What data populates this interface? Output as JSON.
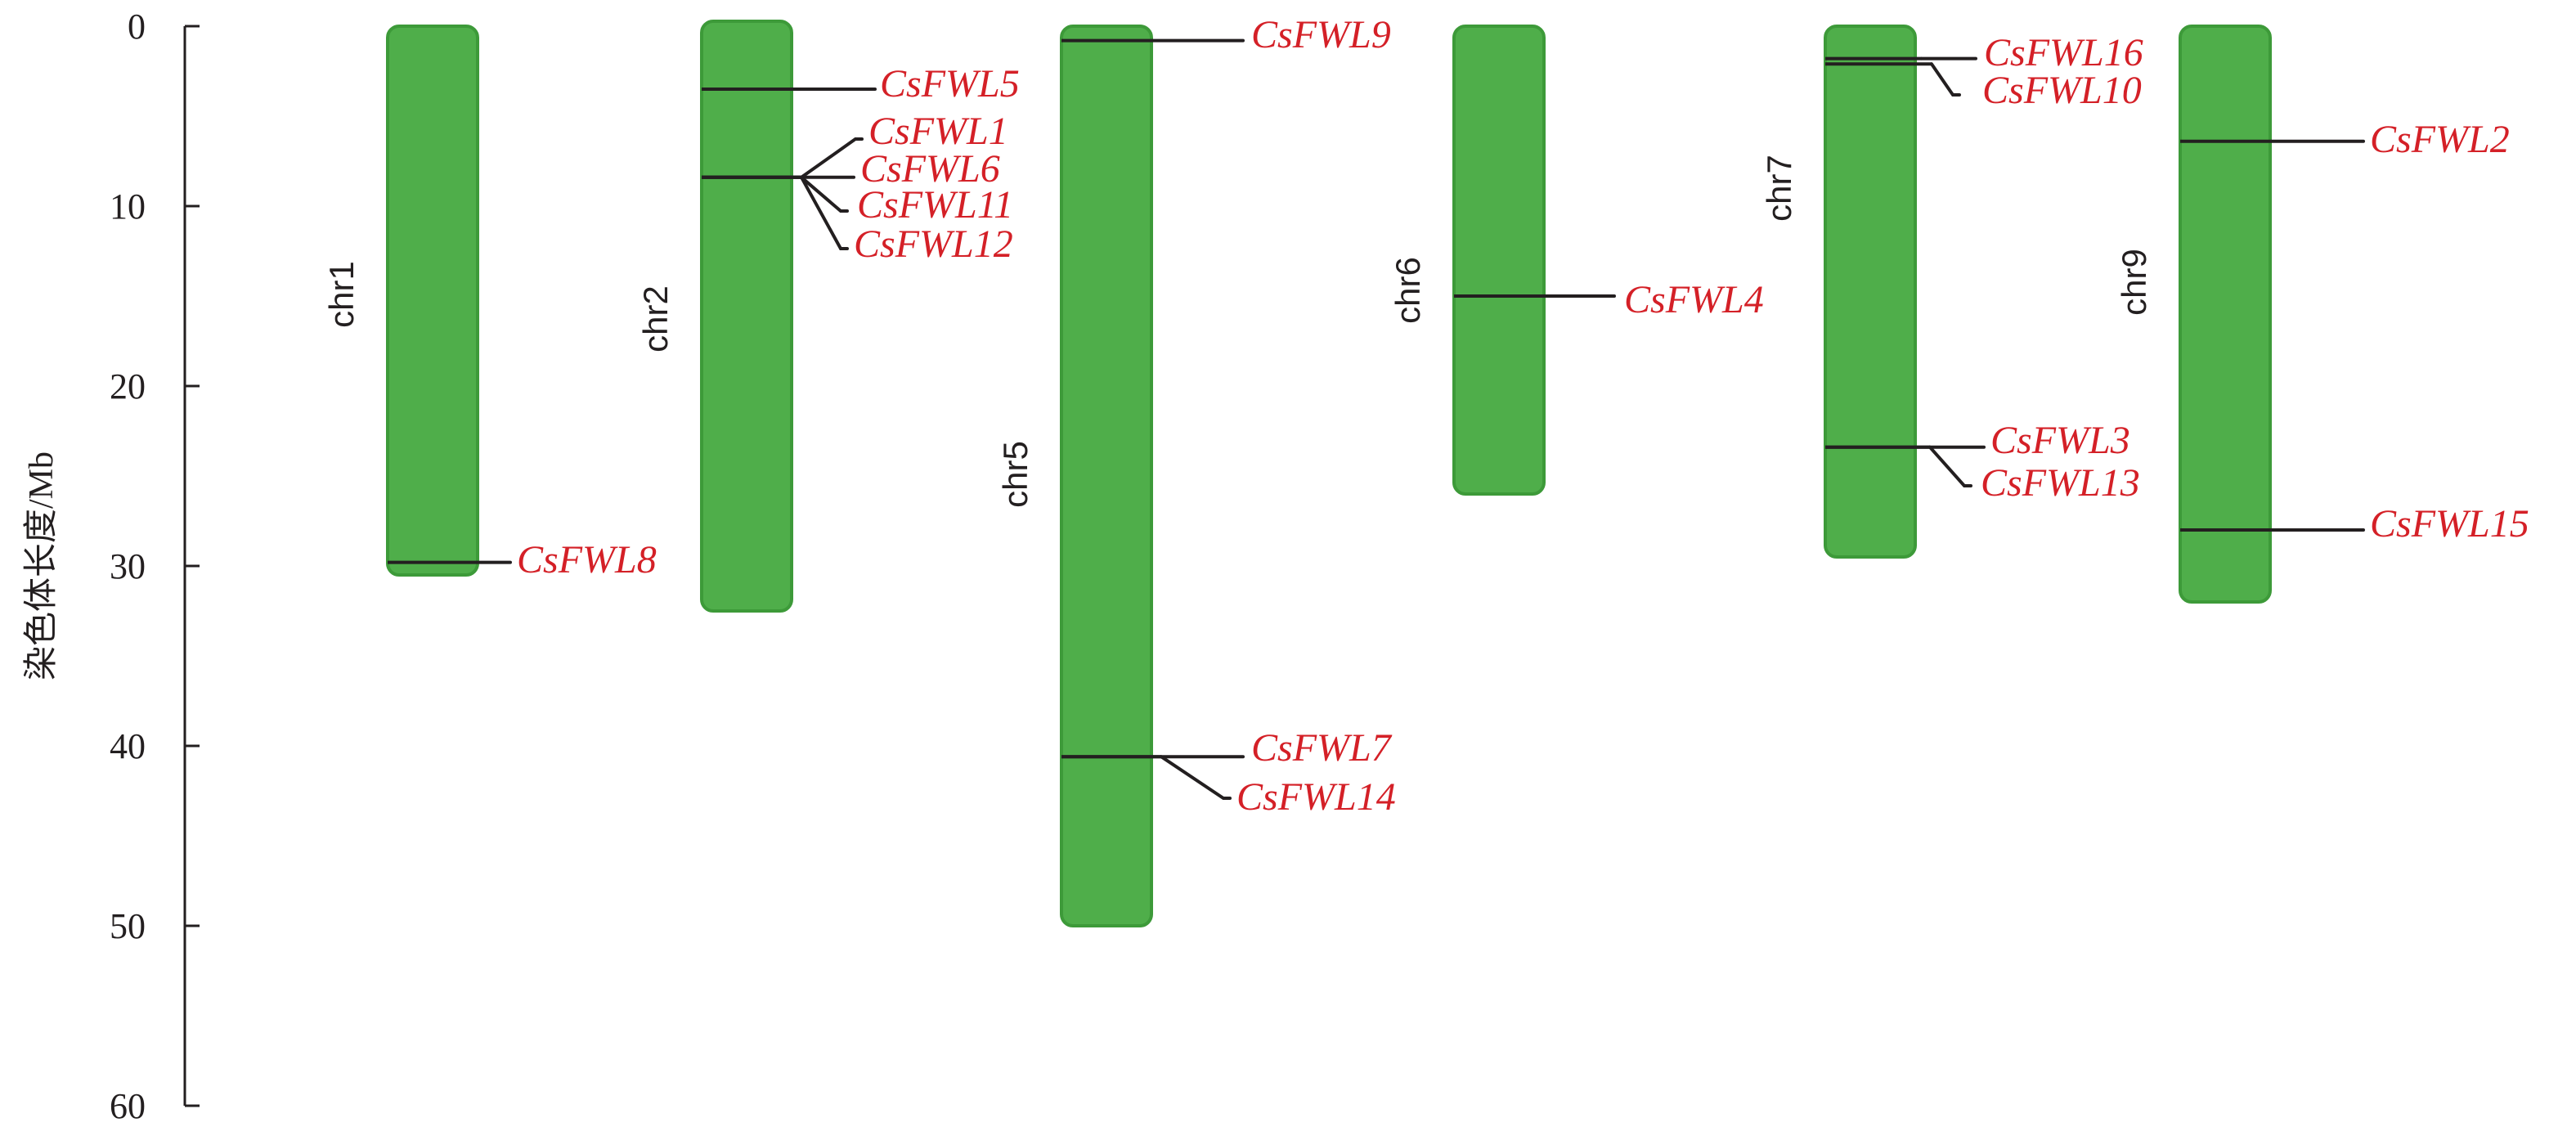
{
  "chart_data": {
    "type": "chromosome-map",
    "ylabel": "染色体长度/Mb",
    "ylim": [
      0,
      60
    ],
    "yticks": [
      0,
      10,
      20,
      30,
      40,
      50,
      60
    ],
    "colors": {
      "chromosome": "#4fae4a",
      "chromosome_border": "#3d9a39",
      "gene_label": "#d42027",
      "marker": "#231f20"
    },
    "chromosomes": [
      {
        "name": "chr1",
        "length": 30.5
      },
      {
        "name": "chr2",
        "length": 32.5
      },
      {
        "name": "chr5",
        "length": 50
      },
      {
        "name": "chr6",
        "length": 26
      },
      {
        "name": "chr7",
        "length": 29.5
      },
      {
        "name": "chr9",
        "length": 32
      }
    ],
    "genes": [
      {
        "name": "CsFWL8",
        "chr": "chr1",
        "pos": 29.8
      },
      {
        "name": "CsFWL5",
        "chr": "chr2",
        "pos": 3.5
      },
      {
        "name": "CsFWL1",
        "chr": "chr2",
        "pos": 8.4
      },
      {
        "name": "CsFWL6",
        "chr": "chr2",
        "pos": 8.4
      },
      {
        "name": "CsFWL11",
        "chr": "chr2",
        "pos": 8.4
      },
      {
        "name": "CsFWL12",
        "chr": "chr2",
        "pos": 8.4
      },
      {
        "name": "CsFWL9",
        "chr": "chr5",
        "pos": 0.8
      },
      {
        "name": "CsFWL7",
        "chr": "chr5",
        "pos": 40.6
      },
      {
        "name": "CsFWL14",
        "chr": "chr5",
        "pos": 40.6
      },
      {
        "name": "CsFWL4",
        "chr": "chr6",
        "pos": 15
      },
      {
        "name": "CsFWL16",
        "chr": "chr7",
        "pos": 1.8
      },
      {
        "name": "CsFWL10",
        "chr": "chr7",
        "pos": 2.1
      },
      {
        "name": "CsFWL3",
        "chr": "chr7",
        "pos": 23.4
      },
      {
        "name": "CsFWL13",
        "chr": "chr7",
        "pos": 23.4
      },
      {
        "name": "CsFWL2",
        "chr": "chr9",
        "pos": 6.4
      },
      {
        "name": "CsFWL15",
        "chr": "chr9",
        "pos": 28
      }
    ]
  }
}
